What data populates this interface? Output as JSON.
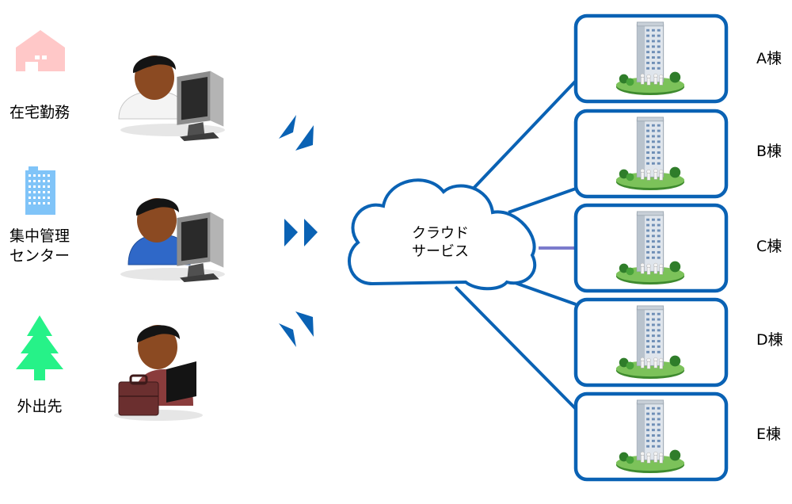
{
  "locations": [
    {
      "label_lines": [
        "在宅勤務"
      ],
      "icon": "house-icon",
      "color": "#ffc8c8"
    },
    {
      "label_lines": [
        "集中管理",
        "センター"
      ],
      "icon": "office-building-icon",
      "color": "#80c4f8"
    },
    {
      "label_lines": [
        "外出先"
      ],
      "icon": "tree-icon",
      "color": "#26f288"
    }
  ],
  "workers": [
    {
      "icon": "worker-at-computer-icon",
      "shirt": "#f4f4f4"
    },
    {
      "icon": "worker-at-computer-icon",
      "shirt": "#2f68c8"
    },
    {
      "icon": "worker-with-briefcase-icon",
      "shirt": "#8a3c3c"
    }
  ],
  "cloud": {
    "label_lines": [
      "クラウド",
      "サービス"
    ],
    "stroke": "#0a62b4"
  },
  "buildings": [
    {
      "label": "A棟"
    },
    {
      "label": "B棟"
    },
    {
      "label": "C棟"
    },
    {
      "label": "D棟"
    },
    {
      "label": "E棟"
    }
  ],
  "colors": {
    "primary": "#0a62b4",
    "highlight_link": "#7b7bcc"
  }
}
